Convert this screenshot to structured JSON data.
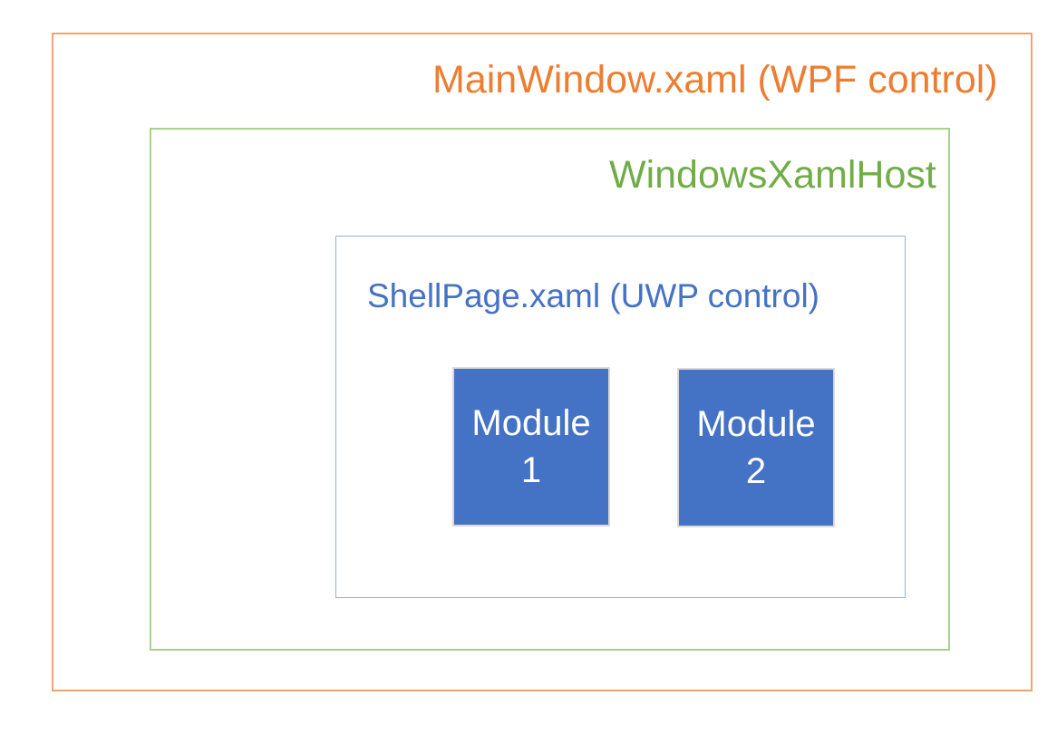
{
  "colors": {
    "background": "#FFFFFF",
    "orange_text": "#ED7D31",
    "orange_border": "#F4A26C",
    "green_text": "#70AD47",
    "green_border": "#A9D18E",
    "blue_text": "#4472C4",
    "shell_border": "#96B1DC",
    "module_fill": "#4472C4",
    "module_border": "#D9D9D9",
    "module_text": "#FFFFFF"
  },
  "diagram": {
    "outer_label": "MainWindow.xaml (WPF control)",
    "host_label": "WindowsXamlHost",
    "shell_label": "ShellPage.xaml (UWP control)",
    "modules": [
      {
        "name": "Module 1",
        "lines": {
          "0": "Module",
          "1": "1"
        }
      },
      {
        "name": "Module 2",
        "lines": {
          "0": "Module",
          "1": "2"
        }
      }
    ]
  }
}
